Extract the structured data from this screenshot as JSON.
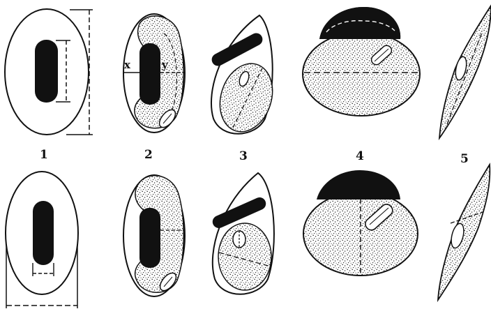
{
  "figure": {
    "panel_numbers": [
      "1",
      "2",
      "3",
      "4",
      "5"
    ],
    "measure_labels": {
      "x": "x",
      "y": "y"
    }
  },
  "colors": {
    "ink": "#111111",
    "paper": "#ffffff",
    "stipple": "#222222"
  }
}
